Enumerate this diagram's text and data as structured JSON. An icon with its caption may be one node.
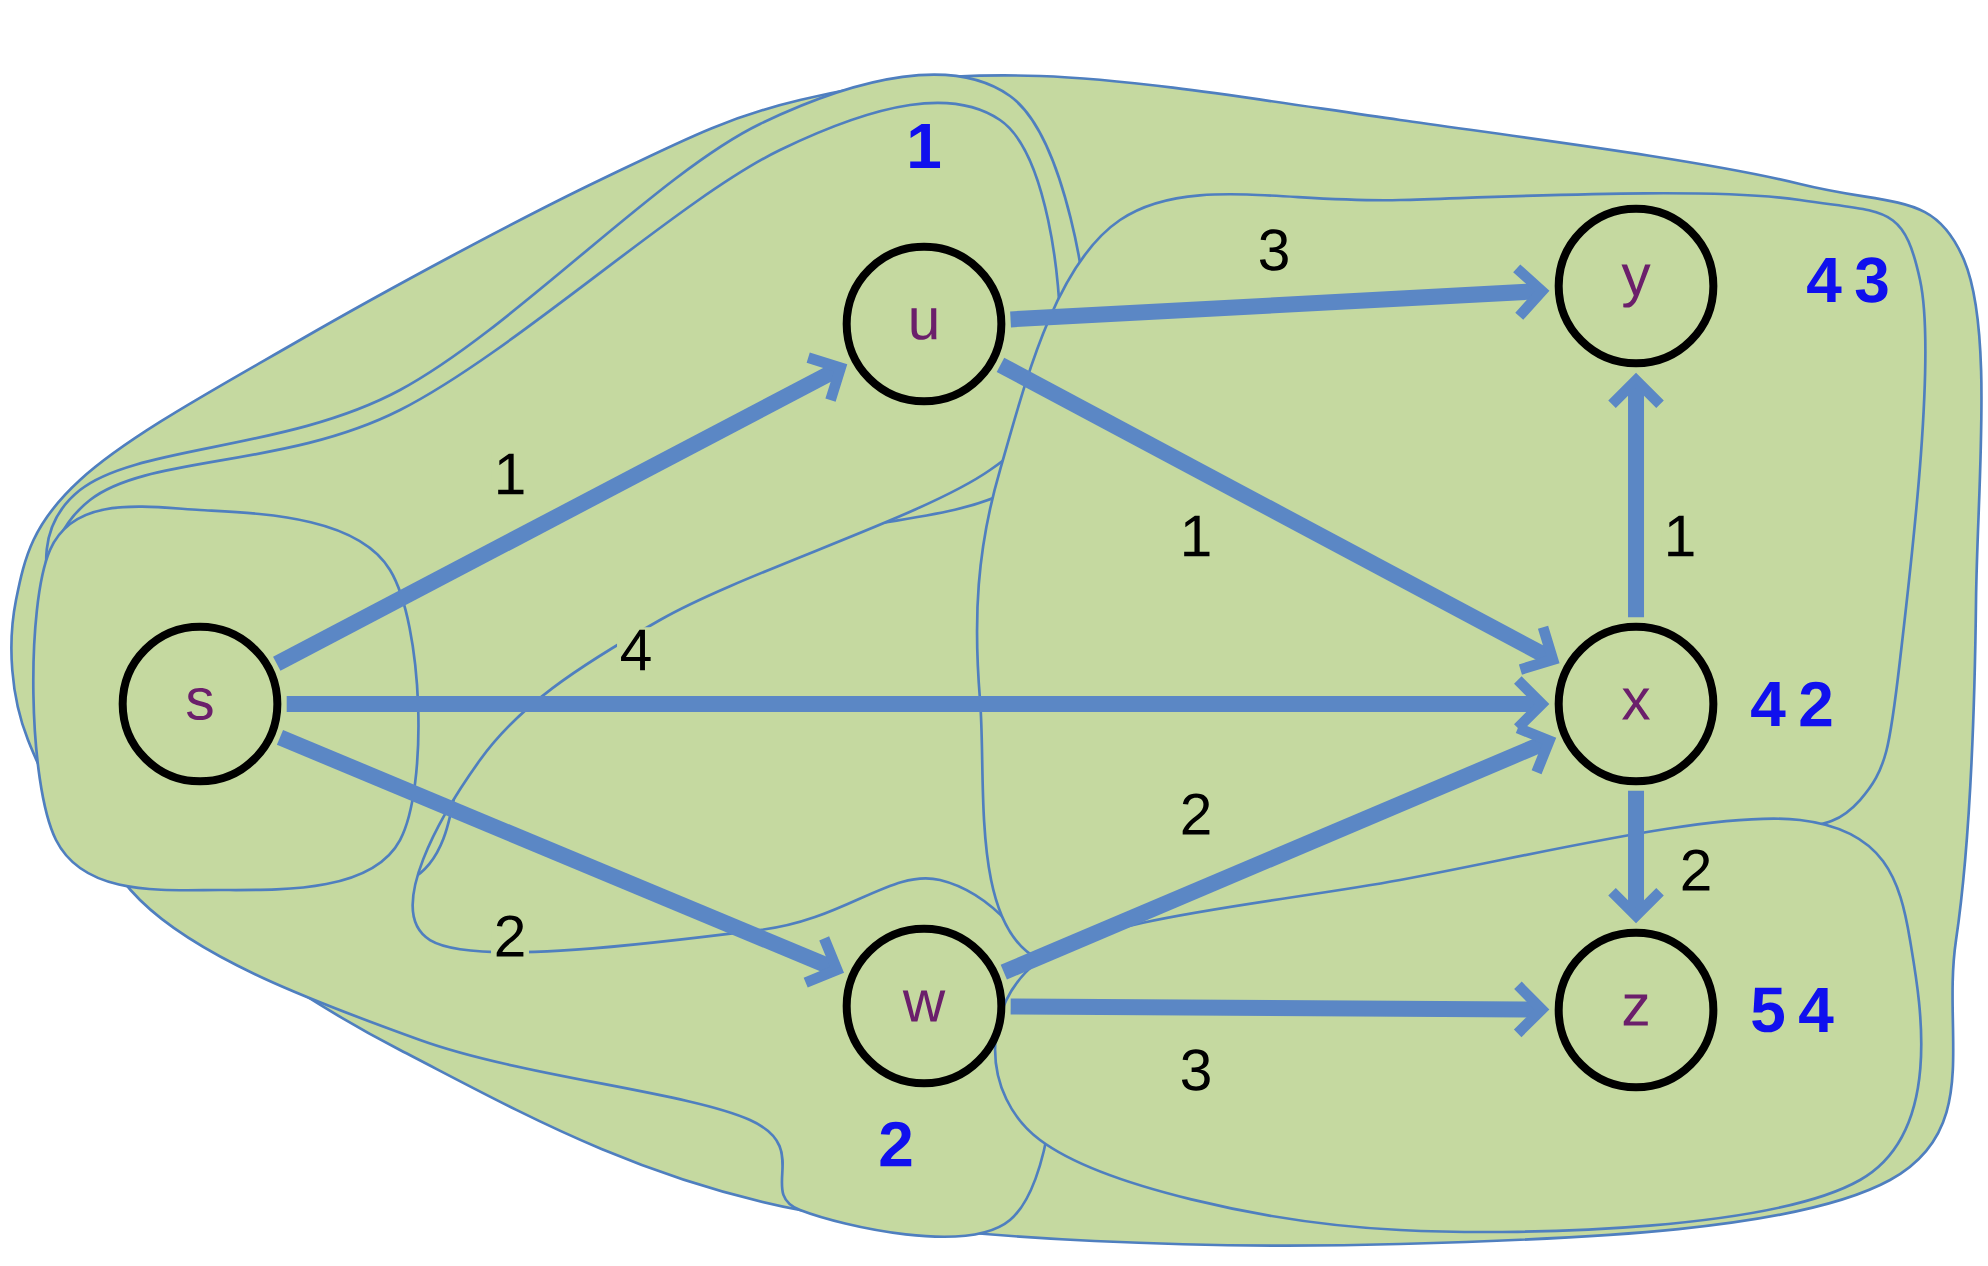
{
  "diagram": {
    "nodes": [
      {
        "text": [
          "s"
        ]
      },
      {
        "text": [
          "u"
        ],
        "beside": [
          "1"
        ]
      },
      {
        "text": [
          "y"
        ],
        "beside": [
          "4",
          "3"
        ]
      },
      {
        "text": [
          "x"
        ],
        "beside": [
          "4",
          "2"
        ]
      },
      {
        "text": [
          "w"
        ],
        "beside": [
          "2"
        ]
      },
      {
        "text": [
          "z"
        ],
        "beside": [
          "5",
          "4"
        ]
      }
    ],
    "edges": [
      {
        "from": 0,
        "to": 1,
        "arrow": "to",
        "label": "1"
      },
      {
        "from": 0,
        "to": 3,
        "arrow": "to",
        "label": "4"
      },
      {
        "from": 0,
        "to": 4,
        "arrow": "to",
        "label": "2"
      },
      {
        "from": 1,
        "to": 2,
        "arrow": "to",
        "label": "3"
      },
      {
        "from": 1,
        "to": 3,
        "arrow": "to",
        "label": "1"
      },
      {
        "from": 3,
        "to": 2,
        "arrow": "to",
        "label": "1"
      },
      {
        "from": 4,
        "to": 3,
        "arrow": "to",
        "label": "2"
      },
      {
        "from": 4,
        "to": 5,
        "arrow": "to",
        "label": "3"
      },
      {
        "from": 3,
        "to": 5,
        "arrow": "to",
        "label": "2"
      }
    ]
  }
}
